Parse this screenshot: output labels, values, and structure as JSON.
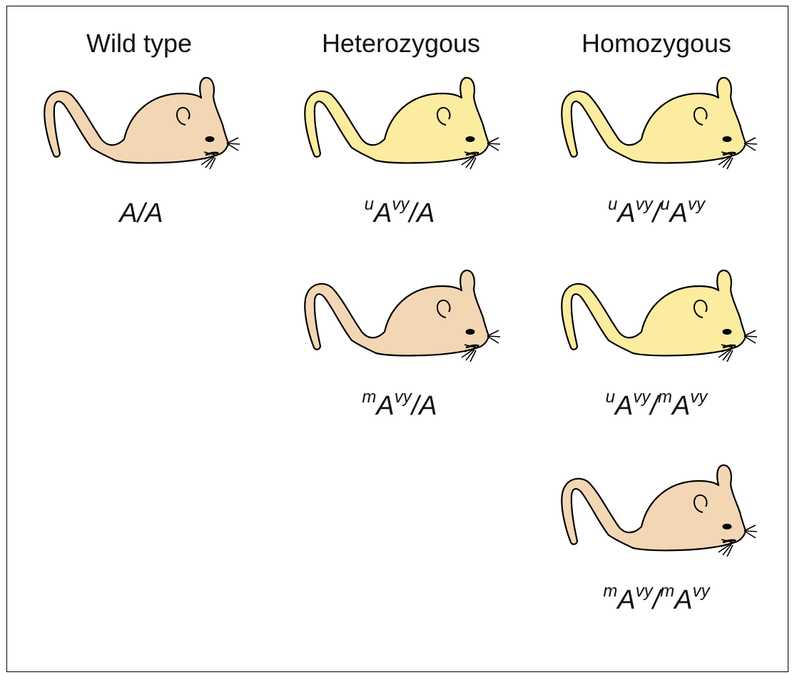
{
  "columns": [
    {
      "title": "Wild type"
    },
    {
      "title": "Heterozygous"
    },
    {
      "title": "Homozygous"
    }
  ],
  "colors": {
    "wild_type_fur": "#f3d7b4",
    "yellow_fur": "#fbeca0",
    "outline": "#000000"
  },
  "mice": [
    {
      "column": "Wild type",
      "fur": "wild_type",
      "genotype": {
        "a_prefix": "",
        "a_base": "A",
        "a_sup": "",
        "sep": "/",
        "b_prefix": "",
        "b_base": "A",
        "b_sup": ""
      }
    },
    {
      "column": "Heterozygous",
      "fur": "yellow",
      "genotype": {
        "a_prefix": "u",
        "a_base": "A",
        "a_sup": "vy",
        "sep": "/",
        "b_prefix": "",
        "b_base": "A",
        "b_sup": ""
      }
    },
    {
      "column": "Heterozygous",
      "fur": "wild_type",
      "genotype": {
        "a_prefix": "m",
        "a_base": "A",
        "a_sup": "vy",
        "sep": "/",
        "b_prefix": "",
        "b_base": "A",
        "b_sup": ""
      }
    },
    {
      "column": "Homozygous",
      "fur": "yellow",
      "genotype": {
        "a_prefix": "u",
        "a_base": "A",
        "a_sup": "vy",
        "sep": "/",
        "b_prefix": "u",
        "b_base": "A",
        "b_sup": "vy"
      }
    },
    {
      "column": "Homozygous",
      "fur": "yellow",
      "genotype": {
        "a_prefix": "u",
        "a_base": "A",
        "a_sup": "vy",
        "sep": "/",
        "b_prefix": "m",
        "b_base": "A",
        "b_sup": "vy"
      }
    },
    {
      "column": "Homozygous",
      "fur": "wild_type",
      "genotype": {
        "a_prefix": "m",
        "a_base": "A",
        "a_sup": "vy",
        "sep": "/",
        "b_prefix": "m",
        "b_base": "A",
        "b_sup": "vy"
      }
    }
  ]
}
